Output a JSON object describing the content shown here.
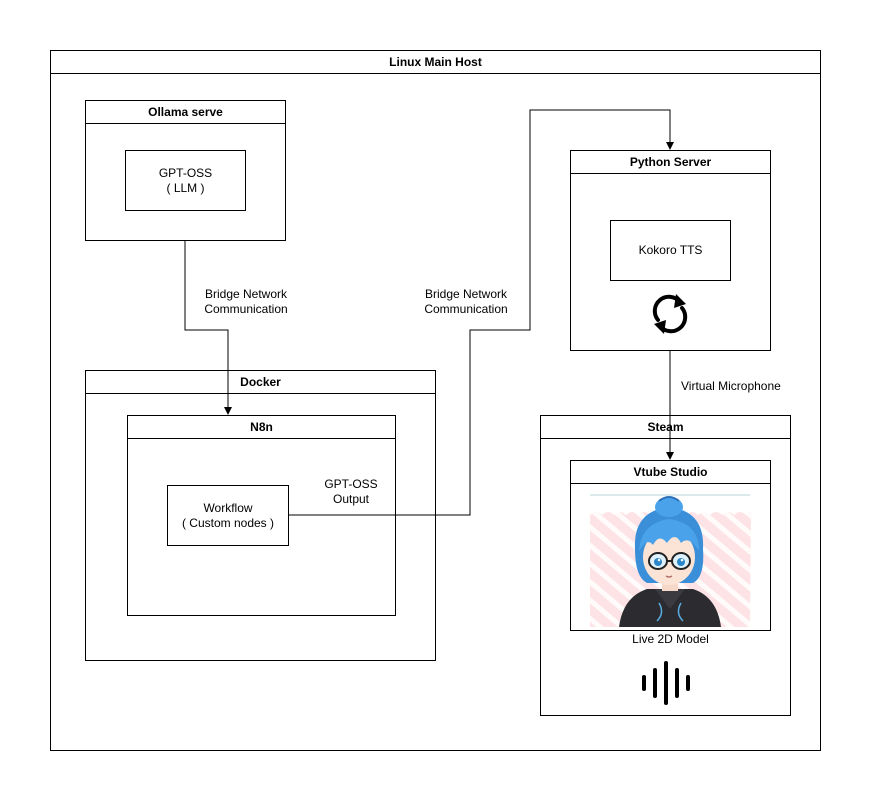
{
  "host": {
    "title": "Linux Main Host"
  },
  "ollama": {
    "title": "Ollama serve",
    "model_line1": "GPT-OSS",
    "model_line2": "( LLM )"
  },
  "docker": {
    "title": "Docker"
  },
  "n8n": {
    "title": "N8n",
    "workflow_line1": "Workflow",
    "workflow_line2": "( Custom nodes )"
  },
  "python": {
    "title": "Python Server",
    "tts": "Kokoro TTS",
    "icon": "sync-icon"
  },
  "steam": {
    "title": "Steam"
  },
  "vtube": {
    "title": "Vtube Studio",
    "caption": "Live 2D Model",
    "icon": "audio-wave-icon"
  },
  "edges": {
    "ollama_docker_line1": "Bridge Network",
    "ollama_docker_line2": "Communication",
    "n8n_python_line1": "Bridge Network",
    "n8n_python_line2": "Communication",
    "workflow_output_line1": "GPT-OSS",
    "workflow_output_line2": "Output",
    "python_steam": "Virtual Microphone"
  }
}
